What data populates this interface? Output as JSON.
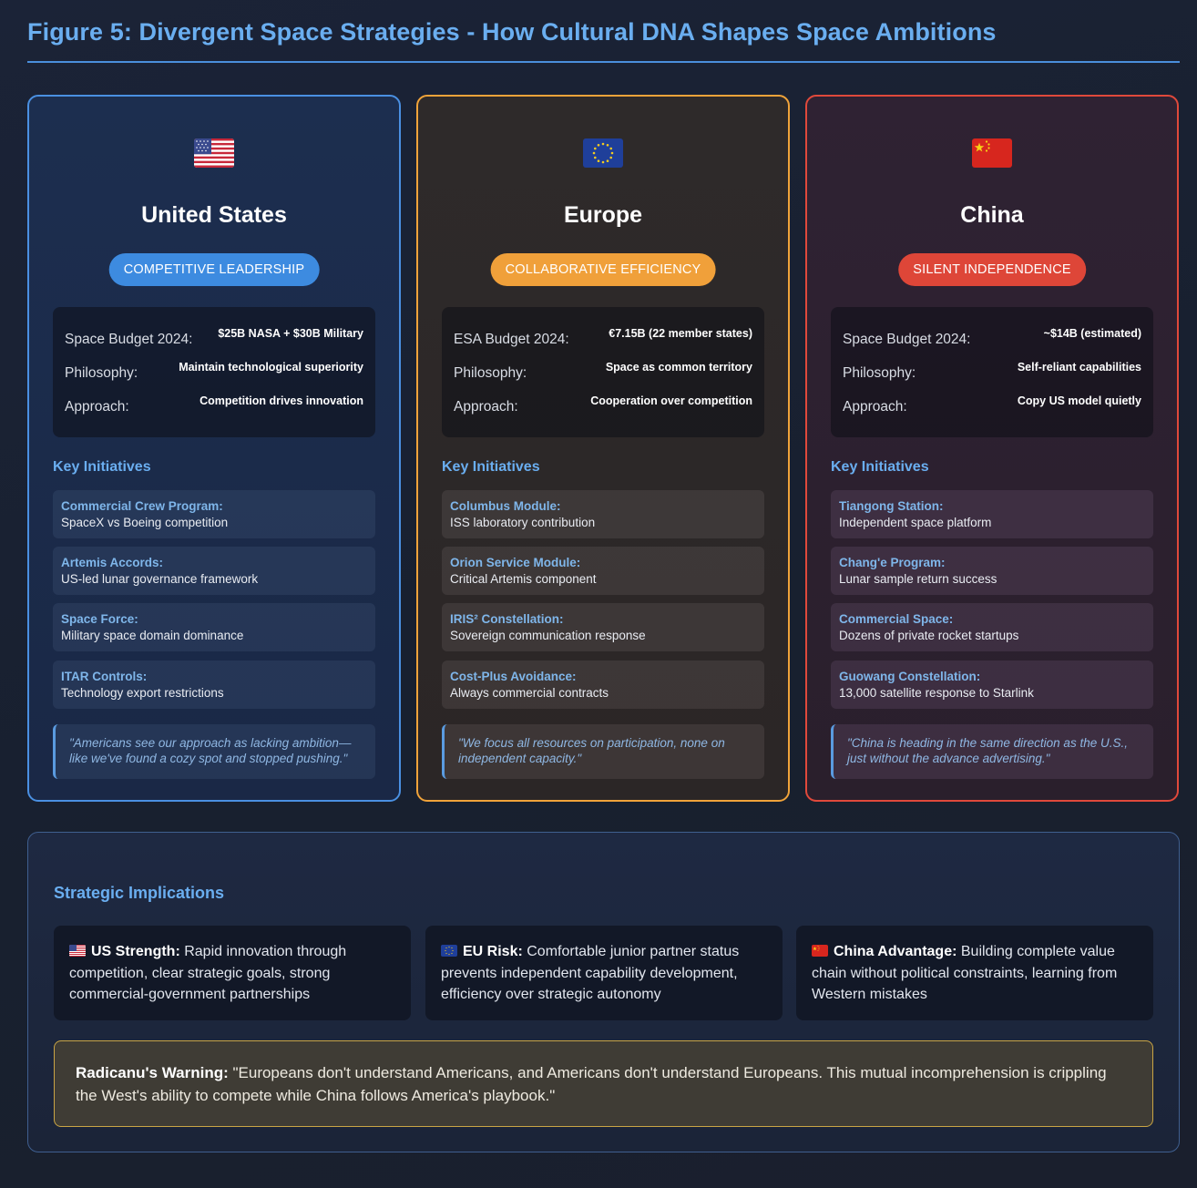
{
  "title": "Figure 5: Divergent Space Strategies - How Cultural DNA Shapes Space Ambitions",
  "key_initiatives_heading": "Key Initiatives",
  "cards": [
    {
      "id": "us",
      "flag": "us-flag-icon",
      "name": "United States",
      "badge": "COMPETITIVE LEADERSHIP",
      "badge_color": "#3d8be0",
      "stats": [
        {
          "label": "Space Budget 2024:",
          "value": "$25B NASA + $30B Military"
        },
        {
          "label": "Philosophy:",
          "value": "Maintain technological superiority"
        },
        {
          "label": "Approach:",
          "value": "Competition drives innovation"
        }
      ],
      "initiatives": [
        {
          "title": "Commercial Crew Program:",
          "desc": "SpaceX vs Boeing competition"
        },
        {
          "title": "Artemis Accords:",
          "desc": "US-led lunar governance framework"
        },
        {
          "title": "Space Force:",
          "desc": "Military space domain dominance"
        },
        {
          "title": "ITAR Controls:",
          "desc": "Technology export restrictions"
        }
      ],
      "quote_line1": "\"Americans see our approach as lacking ambition—",
      "quote_line2": "like we've found a cozy spot and stopped pushing.\""
    },
    {
      "id": "eu",
      "flag": "eu-flag-icon",
      "name": "Europe",
      "badge": "COLLABORATIVE EFFICIENCY",
      "badge_color": "#f0a03a",
      "stats": [
        {
          "label": "ESA Budget 2024:",
          "value": "€7.15B (22 member states)"
        },
        {
          "label": "Philosophy:",
          "value": "Space as common territory"
        },
        {
          "label": "Approach:",
          "value": "Cooperation over competition"
        }
      ],
      "initiatives": [
        {
          "title": "Columbus Module:",
          "desc": "ISS laboratory contribution"
        },
        {
          "title": "Orion Service Module:",
          "desc": "Critical Artemis component"
        },
        {
          "title": "IRIS² Constellation:",
          "desc": "Sovereign communication response"
        },
        {
          "title": "Cost-Plus Avoidance:",
          "desc": "Always commercial contracts"
        }
      ],
      "quote_line1": "\"We focus all resources on participation, none on",
      "quote_line2": "independent capacity.\""
    },
    {
      "id": "cn",
      "flag": "cn-flag-icon",
      "name": "China",
      "badge": "SILENT INDEPENDENCE",
      "badge_color": "#de4638",
      "stats": [
        {
          "label": "Space Budget 2024:",
          "value": "~$14B (estimated)"
        },
        {
          "label": "Philosophy:",
          "value": "Self-reliant capabilities"
        },
        {
          "label": "Approach:",
          "value": "Copy US model quietly"
        }
      ],
      "initiatives": [
        {
          "title": "Tiangong Station:",
          "desc": "Independent space platform"
        },
        {
          "title": "Chang'e Program:",
          "desc": "Lunar sample return success"
        },
        {
          "title": "Commercial Space:",
          "desc": "Dozens of private rocket startups"
        },
        {
          "title": "Guowang Constellation:",
          "desc": "13,000 satellite response to Starlink"
        }
      ],
      "quote_line1": "\"China is heading in the same direction as the U.S.,",
      "quote_line2": "just without the advance advertising.\""
    }
  ],
  "implications": {
    "heading": "Strategic Implications",
    "boxes": [
      {
        "flag": "us-flag-icon",
        "label": "US Strength:",
        "text": " Rapid innovation through competition, clear strategic goals, strong commercial-government partnerships"
      },
      {
        "flag": "eu-flag-icon",
        "label": "EU Risk:",
        "text": " Comfortable junior partner status prevents independent capability development, efficiency over strategic autonomy"
      },
      {
        "flag": "cn-flag-icon",
        "label": "China Advantage:",
        "text": " Building complete value chain without political constraints, learning from Western mistakes"
      }
    ],
    "warning_label": "Radicanu's Warning:",
    "warning_text": " \"Europeans don't understand Americans, and Americans don't understand Europeans. This mutual incomprehension is crippling the West's ability to compete while China follows America's playbook.\""
  },
  "colors": {
    "accent": "#6aaef0",
    "us_border": "#4a90e2",
    "eu_border": "#f0a33a",
    "cn_border": "#e0493b",
    "warning_border": "#c9a545"
  }
}
